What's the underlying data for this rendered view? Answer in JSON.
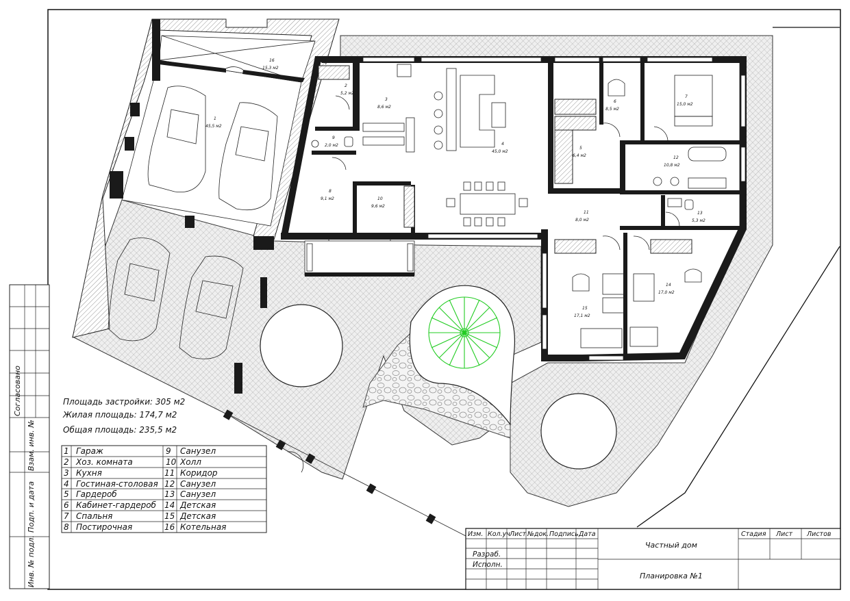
{
  "plan": {
    "rooms": [
      {
        "num": "1",
        "area": "45,5 м2"
      },
      {
        "num": "2",
        "area": "5,2 м2"
      },
      {
        "num": "3",
        "area": "8,6 м2"
      },
      {
        "num": "4",
        "area": "45,0 м2"
      },
      {
        "num": "5",
        "area": "6,4 м2"
      },
      {
        "num": "6",
        "area": "8,5 м2"
      },
      {
        "num": "7",
        "area": "15,0 м2"
      },
      {
        "num": "8",
        "area": "9,1 м2"
      },
      {
        "num": "9",
        "area": "2,0 м2"
      },
      {
        "num": "10",
        "area": "9,6 м2"
      },
      {
        "num": "11",
        "area": "8,0 м2"
      },
      {
        "num": "12",
        "area": "10,8 м2"
      },
      {
        "num": "13",
        "area": "5,3 м2"
      },
      {
        "num": "14",
        "area": "17,0 м2"
      },
      {
        "num": "15",
        "area": "17,1 м2"
      },
      {
        "num": "16",
        "area": "15,3 м2"
      }
    ]
  },
  "stats": {
    "building_area": "Площадь застройки: 305 м2",
    "living_area": "Жилая площадь: 174,7 м2",
    "total_area": "Общая площадь: 235,5 м2"
  },
  "legend": [
    {
      "num": "1",
      "name": "Гараж"
    },
    {
      "num": "2",
      "name": "Хоз. комната"
    },
    {
      "num": "3",
      "name": "Кухня"
    },
    {
      "num": "4",
      "name": "Гостиная-столовая"
    },
    {
      "num": "5",
      "name": "Гардероб"
    },
    {
      "num": "6",
      "name": "Кабинет-гардероб"
    },
    {
      "num": "7",
      "name": "Спальня"
    },
    {
      "num": "8",
      "name": "Постирочная"
    },
    {
      "num": "9",
      "name": "Санузел"
    },
    {
      "num": "10",
      "name": "Холл"
    },
    {
      "num": "11",
      "name": "Коридор"
    },
    {
      "num": "12",
      "name": "Санузел"
    },
    {
      "num": "13",
      "name": "Санузел"
    },
    {
      "num": "14",
      "name": "Детская"
    },
    {
      "num": "15",
      "name": "Детская"
    },
    {
      "num": "16",
      "name": "Котельная"
    }
  ],
  "side_stamp": {
    "agreed": "Согласовано",
    "replace_inv": "Взам. инв. №",
    "sign_date": "Подп. и дата",
    "orig_inv": "Инв. № подл."
  },
  "title_block": {
    "headers": [
      "Изм.",
      "Кол.уч",
      "Лист",
      "№док.",
      "Подпись",
      "Дата"
    ],
    "roles": [
      "Разраб.",
      "Исполн."
    ],
    "project": "Частный дом",
    "sheet_title": "Планировка №1",
    "stage_label": "Стадия",
    "sheet_label": "Лист",
    "sheets_label": "Листов"
  },
  "colors": {
    "stair": "#22cc22",
    "ink": "#111111"
  }
}
